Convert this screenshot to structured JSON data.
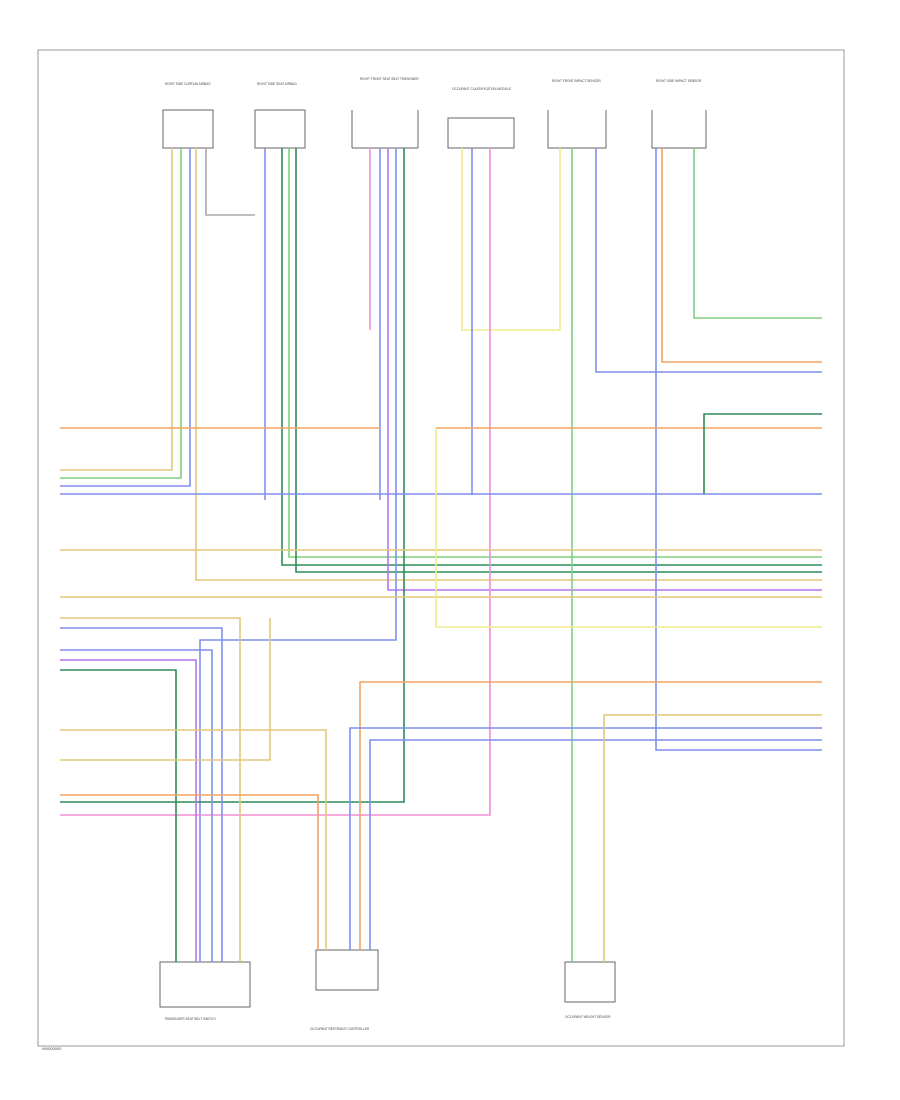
{
  "diagram": {
    "code": "W0000000",
    "colors": {
      "orange": "#f4a261",
      "tan": "#e2c77a",
      "yellow": "#f2ec8a",
      "green": "#7fcf7f",
      "dkgreen": "#2e8b57",
      "blue": "#7f8ff0",
      "violet": "#b377f0",
      "pink": "#f08fd8",
      "red": "#f06a6a",
      "gray": "#aaaaaa"
    },
    "components": [
      {
        "id": "c1",
        "label": "RIGHT SIDE\nCURTAIN\nAIRBAG"
      },
      {
        "id": "c2",
        "label": "RIGHT SIDE\nSEAT\nAIRBAG"
      },
      {
        "id": "c3",
        "label": "RIGHT FRONT\nSEAT BELT\nTENSIONER"
      },
      {
        "id": "c4",
        "label": "OCCUPANT\nCLASSIFICATION\nMODULE"
      },
      {
        "id": "c5",
        "label": "RIGHT FRONT\nIMPACT\nSENSOR"
      },
      {
        "id": "c6",
        "label": "RIGHT SIDE\nIMPACT\nSENSOR"
      },
      {
        "id": "c7",
        "label": "PASSENGER\nSEAT BELT\nSWITCH"
      },
      {
        "id": "c8",
        "label": "OCCUPANT\nRESTRAINT\nCONTROLLER"
      },
      {
        "id": "c9",
        "label": "OCCUPANT\nWEIGHT\nSENSOR"
      }
    ]
  }
}
